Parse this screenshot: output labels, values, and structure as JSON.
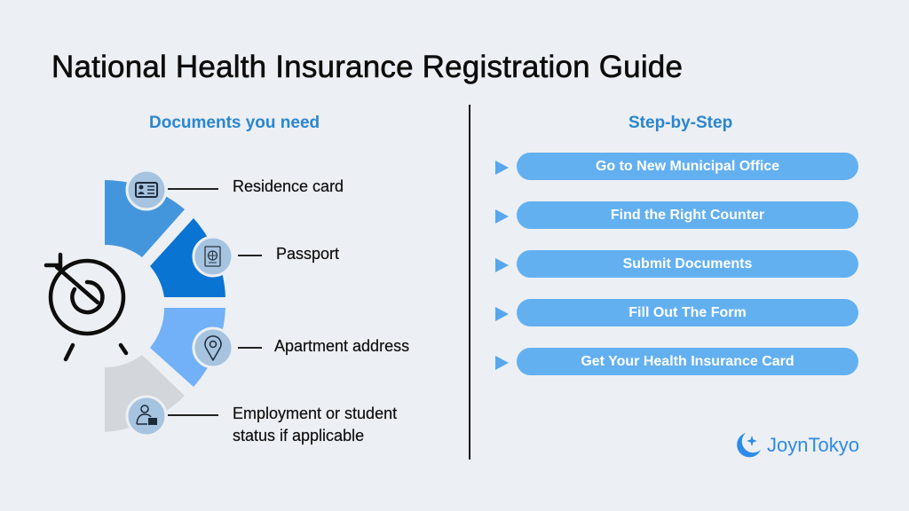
{
  "title": "National Health Insurance Registration Guide",
  "documents": {
    "heading": "Documents you need",
    "items": [
      {
        "label": "Residence card",
        "icon": "id-card-icon",
        "segment_color": "#4396dc"
      },
      {
        "label": "Passport",
        "icon": "passport-icon",
        "segment_color": "#0a74d3"
      },
      {
        "label": "Apartment address",
        "icon": "location-pin-icon",
        "segment_color": "#72b1f7"
      },
      {
        "label": "Employment or student status if applicable",
        "label_line1": "Employment or student",
        "label_line2": "status if applicable",
        "icon": "employee-briefcase-icon",
        "segment_color": "#d3d6da"
      }
    ],
    "center_icon": "target-icon"
  },
  "steps": {
    "heading": "Step-by-Step",
    "items": [
      {
        "label": "Go to New Municipal Office"
      },
      {
        "label": "Find the Right Counter"
      },
      {
        "label": "Submit Documents"
      },
      {
        "label": "Fill Out The Form"
      },
      {
        "label": "Get Your Health Insurance Card"
      }
    ],
    "pill_color": "#63b0f1"
  },
  "brand": {
    "name": "JoynTokyo",
    "color": "#2e8be8"
  }
}
